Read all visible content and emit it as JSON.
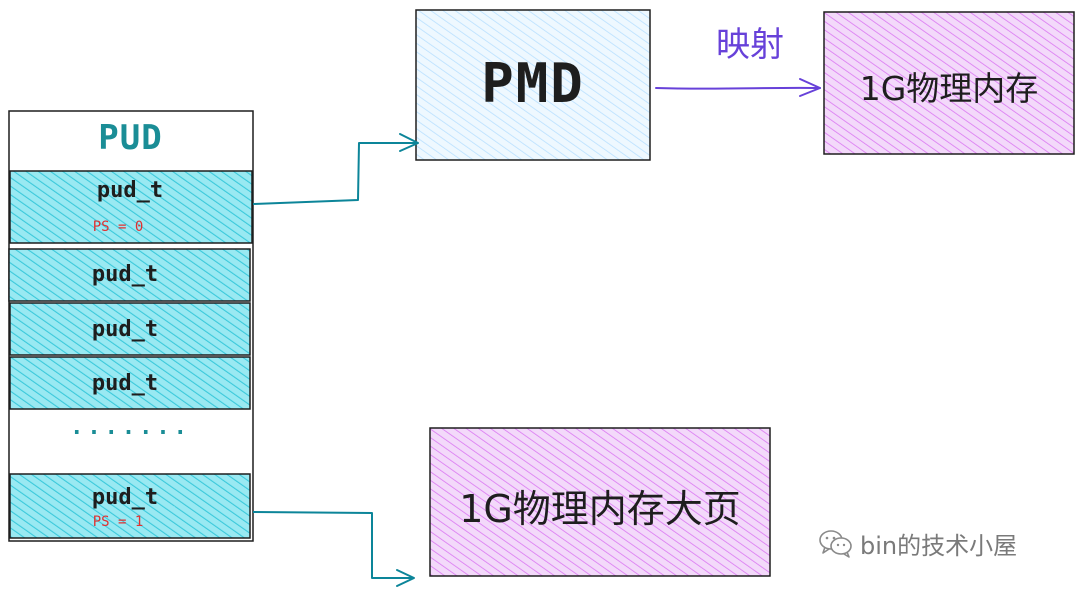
{
  "pud": {
    "title": "PUD",
    "entries": [
      {
        "label": "pud_t",
        "flag": "PS = 0"
      },
      {
        "label": "pud_t"
      },
      {
        "label": "pud_t"
      },
      {
        "label": "pud_t"
      }
    ],
    "ellipsis": ".......",
    "last_entry": {
      "label": "pud_t",
      "flag": "PS = 1"
    }
  },
  "pmd": {
    "label": "PMD"
  },
  "mapping": {
    "label": "映射"
  },
  "physical_memory": {
    "label": "1G物理内存"
  },
  "huge_page": {
    "label": "1G物理内存大页"
  },
  "watermark": {
    "text": "bin的技术小屋",
    "icon": "wechat-icon"
  },
  "colors": {
    "pud_title": "#1a8d96",
    "pud_fill": "#99e9f2",
    "pud_hatch": "#3bc9db",
    "pmd_fill": "#e7f5ff",
    "pmd_hatch": "#a5d8ff",
    "memory_fill": "#f3d9fa",
    "memory_hatch": "#da77f2",
    "flag_red": "#e03131",
    "mapping_purple": "#6741d9",
    "arrow_teal": "#0c8599",
    "outline": "#1e1e1e"
  }
}
